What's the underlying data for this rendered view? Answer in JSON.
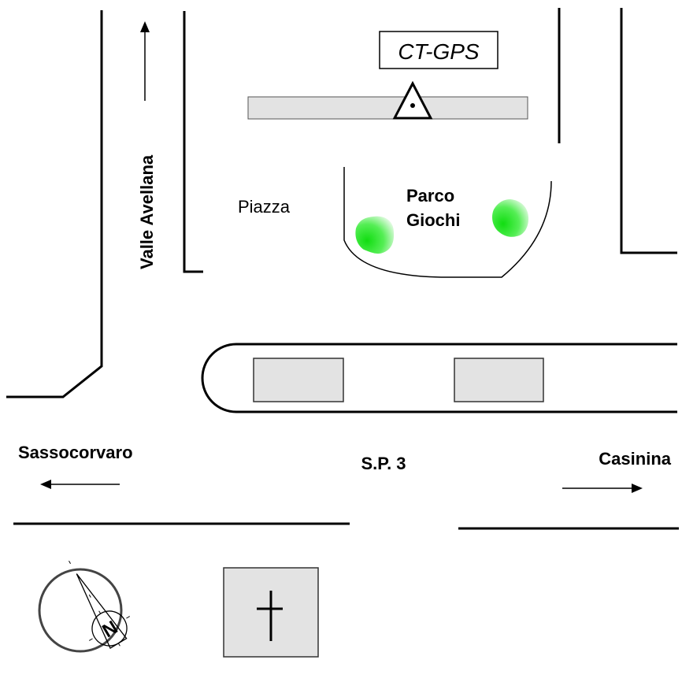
{
  "map": {
    "title": "Map of CT-GPS station location",
    "labels": {
      "station": "CT-GPS",
      "street_valle_avellana": "Valle Avellana",
      "piazza": "Piazza",
      "park_line1": "Parco",
      "park_line2": "Giochi",
      "direction_west": "Sassocorvaro",
      "road_name": "S.P. 3",
      "direction_east": "Casinina",
      "compass_north": "N"
    },
    "colors": {
      "road": "#000000",
      "building_fill": "#e3e3e3",
      "tree_fill": "#22ee22",
      "background": "#ffffff"
    },
    "icons": {
      "station_marker": "gps-station-triangle-icon",
      "church": "cross-icon",
      "compass": "compass-icon",
      "trees": "tree-icon"
    }
  }
}
